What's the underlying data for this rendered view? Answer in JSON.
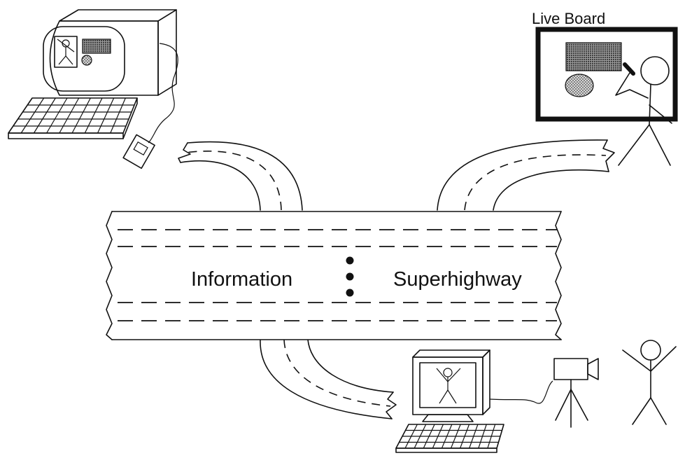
{
  "road": {
    "left_label": "Information",
    "right_label": "Superhighway"
  },
  "live_board": {
    "label": "Live Board"
  }
}
